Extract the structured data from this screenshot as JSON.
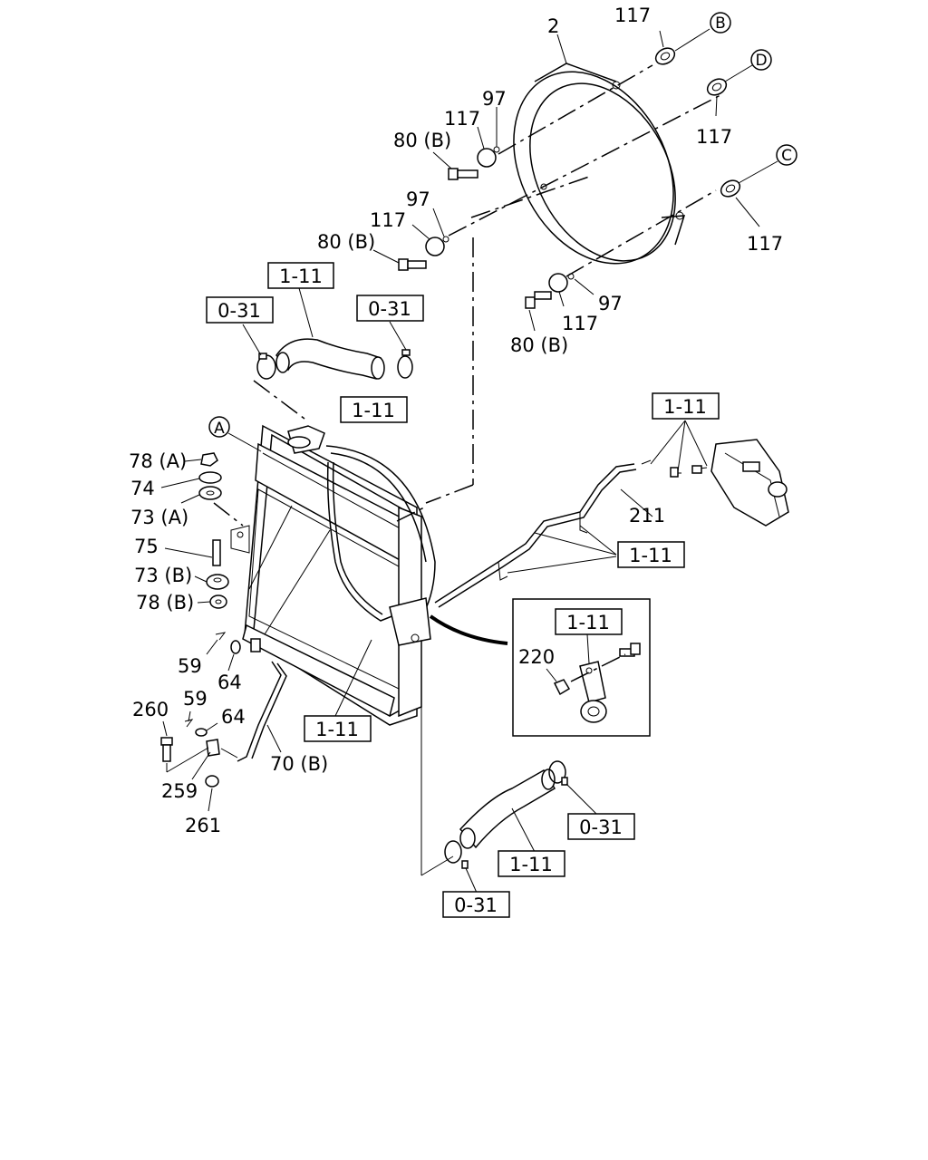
{
  "callouts": {
    "c2": "2",
    "c117_b": "117",
    "c117_d": "117",
    "c117_c": "117",
    "c97_a": "97",
    "c117_a": "117",
    "c80b_a": "80 (B)",
    "c97_b": "97",
    "c117_e": "117",
    "c80b_b": "80 (B)",
    "c97_c": "97",
    "c117_f": "117",
    "c80b_c": "80 (B)",
    "c78a": "78 (A)",
    "c74": "74",
    "c73a": "73 (A)",
    "c75": "75",
    "c73b": "73 (B)",
    "c78b": "78 (B)",
    "c59_a": "59",
    "c64_a": "64",
    "c260": "260",
    "c59_b": "59",
    "c64_b": "64",
    "c259": "259",
    "c261": "261",
    "c70b": "70 (B)",
    "c211": "211",
    "c220": "220"
  },
  "ref_boxes": {
    "r_upper_hose": "1-11",
    "r_clamp_left": "0-31",
    "r_clamp_right": "0-31",
    "r_radiator_top": "1-11",
    "r_tank": "1-11",
    "r_hose_mid": "1-11",
    "r_detail": "1-11",
    "r_radiator_bottom": "1-11",
    "r_clamp_lower_right": "0-31",
    "r_lower_hose": "1-11",
    "r_clamp_lower_left": "0-31"
  },
  "circle_labels": {
    "a": "A",
    "b": "B",
    "c": "C",
    "d": "D"
  }
}
